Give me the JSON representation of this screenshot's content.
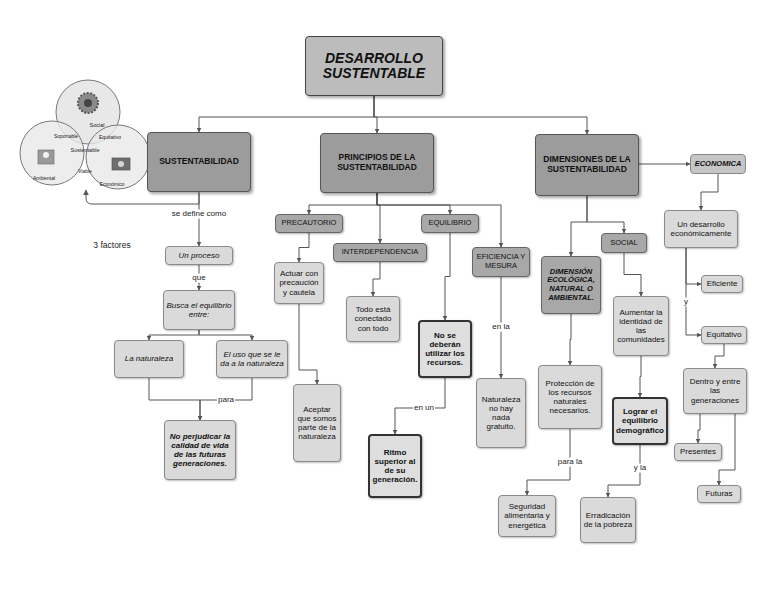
{
  "diagram": {
    "nodes": [
      {
        "text": [
          "DESARROLLO SUSTENTABLE"
        ]
      },
      {
        "text": [
          "SUSTENTABILIDAD"
        ]
      },
      {
        "text": [
          "PRINCIPIOS DE LA SUSTENTABILIDAD"
        ]
      },
      {
        "text": [
          "DIMENSIONES DE LA SUSTENTABILIDAD"
        ]
      },
      {
        "text": [
          "ECONOMICA"
        ]
      },
      {
        "text": [
          "Un proceso"
        ]
      },
      {
        "text": [
          "Busca el equilibrio entre:"
        ]
      },
      {
        "text": [
          "La naturaleza"
        ]
      },
      {
        "text": [
          "El uso que se le da a la naturaleza"
        ]
      },
      {
        "text": [
          "No perjudicar la calidad de vida de las futuras generaciones."
        ]
      },
      {
        "text": [
          "PRECAUTORIO"
        ]
      },
      {
        "text": [
          "EQUILIBRIO"
        ]
      },
      {
        "text": [
          "INTERDEPENDENCIA"
        ]
      },
      {
        "text": [
          "EFICIENCIA Y MESURA"
        ]
      },
      {
        "text": [
          "Actuar con precaución y cautela"
        ]
      },
      {
        "text": [
          "Todo está conectado con todo"
        ]
      },
      {
        "text": [
          "No se deberán utilizar los recursos."
        ]
      },
      {
        "text": [
          "Naturaleza no hay nada gratuito."
        ]
      },
      {
        "text": [
          "Aceptar que somos parte de la naturaleza"
        ]
      },
      {
        "text": [
          "Ritmo superior al de su generación."
        ]
      },
      {
        "text": [
          "DIMENSIÓN ECOLÓGICA, NATURAL O AMBIENTAL."
        ]
      },
      {
        "text": [
          "SOCIAL"
        ]
      },
      {
        "text": [
          "Un desarrollo económicamente"
        ]
      },
      {
        "text": [
          "Eficiente"
        ]
      },
      {
        "text": [
          "Equitativo"
        ]
      },
      {
        "text": [
          "Dentro y entre las generaciones"
        ]
      },
      {
        "text": [
          "Presentes"
        ]
      },
      {
        "text": [
          "Futuras"
        ]
      },
      {
        "text": [
          "Aumentar la identidad de las comunidades"
        ]
      },
      {
        "text": [
          "Protección de los recursos naturales necesarios."
        ]
      },
      {
        "text": [
          "Lograr el equilibrio demográfico"
        ]
      },
      {
        "text": [
          "Seguridad alimentaria y energética"
        ]
      },
      {
        "text": [
          "Erradicación de la pobreza"
        ]
      }
    ],
    "edges": [
      {
        "from": 0,
        "to": 1,
        "arrow": "to"
      },
      {
        "from": 0,
        "to": 2,
        "arrow": "to"
      },
      {
        "from": 0,
        "to": 3,
        "arrow": "to"
      },
      {
        "from": 1,
        "to": 5,
        "label": "se define como",
        "arrow": "to"
      },
      {
        "from": 5,
        "to": 6,
        "label": "que",
        "arrow": "to"
      },
      {
        "from": 6,
        "to": 7,
        "arrow": "to"
      },
      {
        "from": 6,
        "to": 8,
        "arrow": "to"
      },
      {
        "from": 7,
        "to": 9,
        "arrow": "to"
      },
      {
        "from": 8,
        "to": 9,
        "label": "para",
        "arrow": "to"
      },
      {
        "from": 2,
        "to": 10,
        "arrow": "to"
      },
      {
        "from": 2,
        "to": 12,
        "arrow": "to"
      },
      {
        "from": 2,
        "to": 11,
        "arrow": "to"
      },
      {
        "from": 2,
        "to": 13,
        "arrow": "to"
      },
      {
        "from": 10,
        "to": 14,
        "arrow": "to"
      },
      {
        "from": 14,
        "to": 18,
        "arrow": "to"
      },
      {
        "from": 12,
        "to": 15,
        "arrow": "to"
      },
      {
        "from": 11,
        "to": 16,
        "arrow": "to"
      },
      {
        "from": 16,
        "to": 19,
        "label": "en un",
        "arrow": "to"
      },
      {
        "from": 13,
        "to": 17,
        "label": "en la",
        "arrow": "to"
      },
      {
        "from": 3,
        "to": 4,
        "arrow": "to"
      },
      {
        "from": 3,
        "to": 20,
        "arrow": "to"
      },
      {
        "from": 3,
        "to": 21,
        "arrow": "to"
      },
      {
        "from": 4,
        "to": 22,
        "arrow": "to"
      },
      {
        "from": 22,
        "to": 23,
        "arrow": "to"
      },
      {
        "from": 22,
        "to": 24,
        "label": "y",
        "arrow": "to"
      },
      {
        "from": 24,
        "to": 25,
        "arrow": "to"
      },
      {
        "from": 25,
        "to": 26,
        "arrow": "to"
      },
      {
        "from": 25,
        "to": 27,
        "arrow": "to"
      },
      {
        "from": 21,
        "to": 28,
        "arrow": "to"
      },
      {
        "from": 28,
        "to": 30,
        "arrow": "to"
      },
      {
        "from": 30,
        "to": 32,
        "label": "y la",
        "arrow": "to"
      },
      {
        "from": 20,
        "to": 29,
        "arrow": "to"
      },
      {
        "from": 29,
        "to": 31,
        "label": "para la",
        "arrow": "to"
      }
    ],
    "labels": [
      "Social",
      "Soportable",
      "Equitativo",
      "Sustentable",
      "Viable",
      "Ambiental",
      "Económico",
      "3 factores"
    ]
  }
}
